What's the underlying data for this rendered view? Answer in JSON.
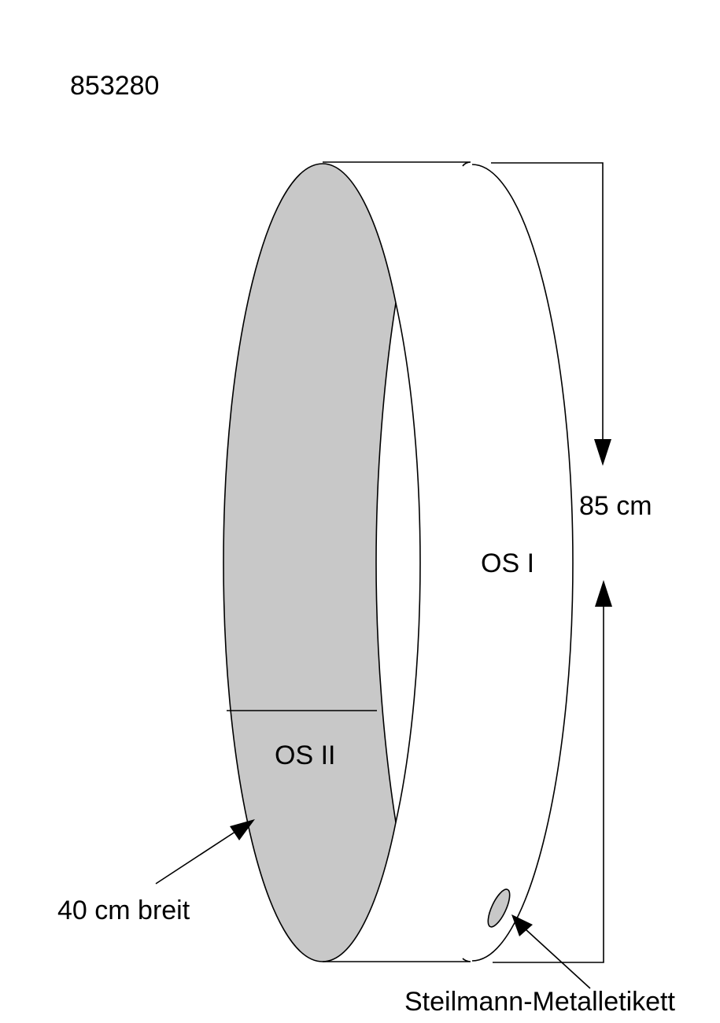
{
  "labels": {
    "id_number": "853280",
    "height": "85 cm",
    "segment_outer": "OS I",
    "segment_inner": "OS II",
    "width": "40 cm breit",
    "tag": "Steilmann-Metalletikett"
  },
  "colors": {
    "face_fill": "#c8c8c8",
    "stroke": "#000000",
    "background": "#ffffff"
  }
}
